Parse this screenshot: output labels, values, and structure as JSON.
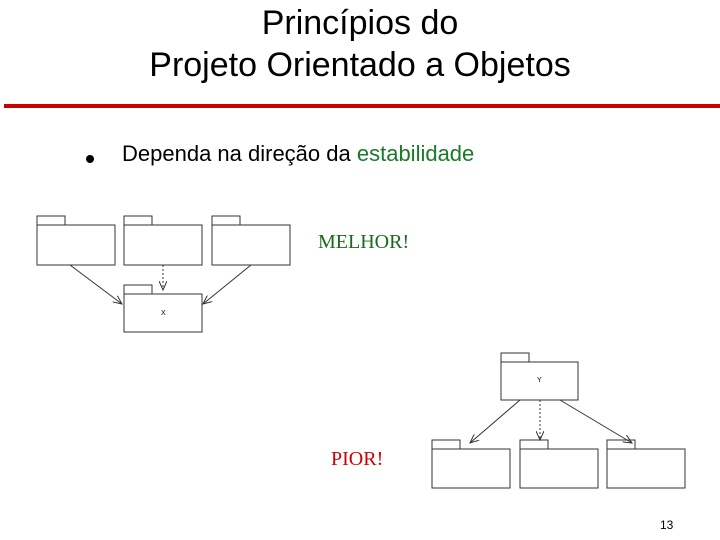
{
  "slide": {
    "title_line1": "Princípios do",
    "title_line2": "Projeto Orientado a Objetos",
    "accent_color": "#cc0000",
    "bullet": {
      "text_before": "Dependa na direção da ",
      "highlight": "estabilidade",
      "highlight_color": "#1a7a2a"
    },
    "page_number": "13"
  },
  "diagrams": {
    "better": {
      "label": "MELHOR!",
      "target_package": "X"
    },
    "worse": {
      "label": "PIOR!",
      "source_package": "Y"
    }
  }
}
